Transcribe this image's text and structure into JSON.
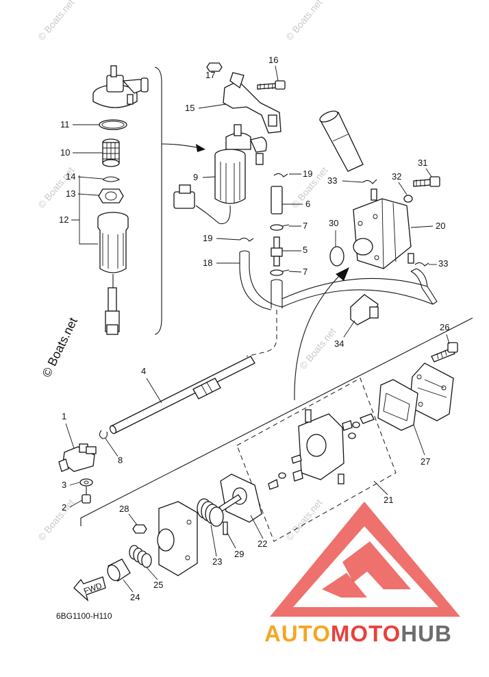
{
  "diagram": {
    "reference_code": "6BG1100-H110",
    "fwd_label": "FWD",
    "watermark_text": "© Boats.net",
    "vertical_copyright": "© Boats.net",
    "callouts": {
      "c1": "1",
      "c2": "2",
      "c3": "3",
      "c4": "4",
      "c5": "5",
      "c6": "6",
      "c7a": "7",
      "c7b": "7",
      "c8": "8",
      "c9": "9",
      "c10": "10",
      "c11": "11",
      "c12": "12",
      "c13": "13",
      "c14": "14",
      "c15": "15",
      "c16": "16",
      "c17": "17",
      "c18": "18",
      "c19a": "19",
      "c19b": "19",
      "c20": "20",
      "c21": "21",
      "c22": "22",
      "c23": "23",
      "c24": "24",
      "c25": "25",
      "c26": "26",
      "c27": "27",
      "c28": "28",
      "c29": "29",
      "c30": "30",
      "c31": "31",
      "c32": "32",
      "c33a": "33",
      "c33b": "33",
      "c34": "34"
    }
  },
  "logo": {
    "word_part1": "AUTO",
    "word_part2": "MOTO",
    "word_part3": "HUB",
    "color_orange": "#f5a623",
    "color_red": "#e8413c",
    "color_gray": "#6d6d6d"
  }
}
